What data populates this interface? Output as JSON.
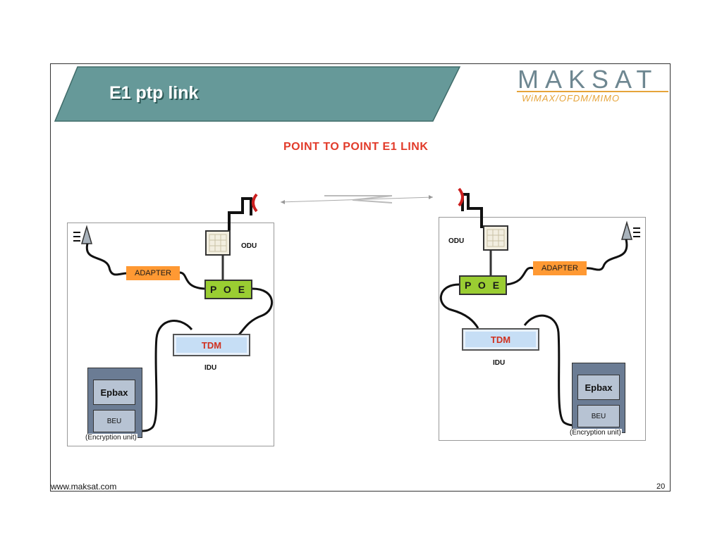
{
  "slide": {
    "title": "E1 ptp link",
    "diagram_title": "POINT TO POINT E1 LINK",
    "footer_url": "www.maksat.com",
    "page_number": "20"
  },
  "logo": {
    "wordmark": "MAKSAT",
    "tagline": "WiMAX/OFDM/MIMO"
  },
  "left_site": {
    "odu_label": "ODU",
    "adapter_label": "ADAPTER",
    "poe_label": "P O E",
    "tdm_label": "TDM",
    "idu_label": "IDU",
    "epbax_label": "Epbax",
    "beu_label": "BEU",
    "encryption_label": "(Encryption unit)"
  },
  "right_site": {
    "odu_label": "ODU",
    "adapter_label": "ADAPTER",
    "poe_label": "P O E",
    "tdm_label": "TDM",
    "idu_label": "IDU",
    "epbax_label": "Epbax",
    "beu_label": "BEU",
    "encryption_label": "(Encryption unit)"
  },
  "colors": {
    "banner": "#669999",
    "adapter": "#ff9933",
    "poe": "#9acd32",
    "tdm": "#c6def5",
    "title_red": "#e23b2a",
    "server": "#6b7c94"
  },
  "icons": [
    "antenna-icon",
    "radio-signal-icon",
    "odu-panel-icon",
    "lightning-link-icon"
  ]
}
